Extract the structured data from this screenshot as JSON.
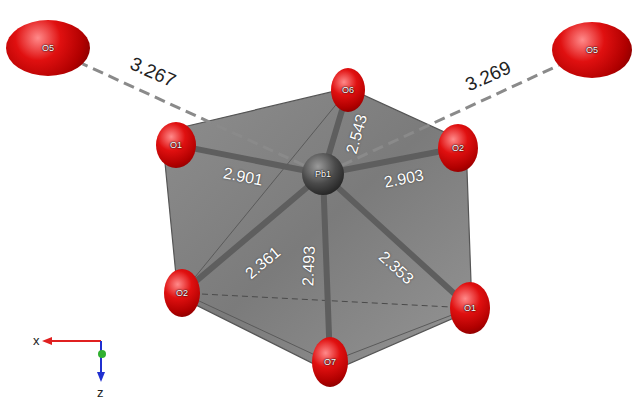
{
  "diagram": {
    "nodes": [
      {
        "text": [
          "O5"
        ]
      },
      {
        "text": [
          "O6"
        ]
      },
      {
        "text": [
          "O5"
        ]
      },
      {
        "text": [
          "O1"
        ]
      },
      {
        "text": [
          "Pb1"
        ]
      },
      {
        "text": [
          "O2"
        ]
      },
      {
        "text": [
          "O2"
        ]
      },
      {
        "text": [
          "O1"
        ]
      },
      {
        "text": [
          "O7"
        ]
      }
    ],
    "edges": [
      {
        "from": 4,
        "to": 0,
        "label": "3.267",
        "arrow": "none"
      },
      {
        "from": 4,
        "to": 2,
        "label": "3.269",
        "arrow": "none"
      },
      {
        "from": 4,
        "to": 1,
        "label": "2.543",
        "arrow": "none"
      },
      {
        "from": 4,
        "to": 3,
        "label": "2.901",
        "arrow": "none"
      },
      {
        "from": 4,
        "to": 5,
        "label": "2.903",
        "arrow": "none"
      },
      {
        "from": 4,
        "to": 6,
        "label": "2.361",
        "arrow": "none"
      },
      {
        "from": 4,
        "to": 8,
        "label": "2.493",
        "arrow": "none"
      },
      {
        "from": 4,
        "to": 7,
        "label": "2.353",
        "arrow": "none"
      }
    ],
    "labels": [
      "x",
      "z"
    ]
  }
}
